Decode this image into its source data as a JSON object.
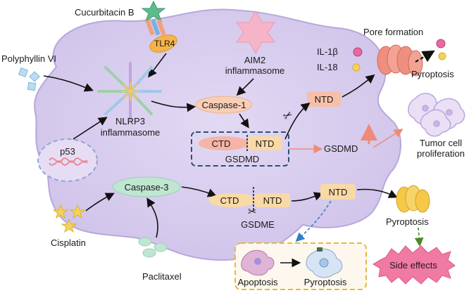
{
  "cell": {
    "top_left_labels": {
      "cucurbitacin": "Cucurbitacin B",
      "tlr4": "TLR4",
      "polyphyllin": "Polyphyllin VI"
    },
    "aim2": {
      "line1": "AIM2",
      "line2": "inflammasome"
    },
    "nlrp3": {
      "line1": "NLRP3",
      "line2": "inflammasome"
    },
    "p53": "p53",
    "caspase1": "Caspase-1",
    "caspase3": "Caspase-3",
    "gsdmd_box": {
      "ctd": "CTD",
      "ntd": "NTD",
      "name": "GSDMD"
    },
    "gsdme_row": {
      "ctd": "CTD",
      "ntd": "NTD",
      "name": "GSDME"
    },
    "ntd_upper": "NTD",
    "ntd_lower": "NTD",
    "gsdmd_arrow": "GSDMD",
    "cytokines": {
      "il1b": "IL-1β",
      "il18": "IL-18"
    },
    "cisplatin": "Cisplatin",
    "paclitaxel": "Paclitaxel",
    "apoptosis_box": {
      "apoptosis": "Apoptosis",
      "pyroptosis": "Pyroptosis"
    }
  },
  "outside": {
    "pore_formation": "Pore formation",
    "pyroptosis_top": "Pyroptosis",
    "tumor_line1": "Tumor cell",
    "tumor_line2": "proliferation",
    "pyroptosis_bottom": "Pyroptosis",
    "side_effects": "Side effects"
  },
  "colors": {
    "cell_fill": "#d8cdee",
    "cell_stroke": "#b7a8da",
    "caspase1": "#f7cfb6",
    "caspase3": "#bfe6d0",
    "ntd": "#f9d9a6",
    "ctd": "#f6b4a6",
    "dashed_box": "#2c4e7a",
    "yellow_box": "#e8b93a",
    "gsdmd_arrow": "#ef8a7a",
    "pore_channel": "#ef8f80",
    "yellow_channel": "#f5c84a",
    "side_effects": "#f07aa3",
    "pink_star": "#f6b4c8"
  }
}
